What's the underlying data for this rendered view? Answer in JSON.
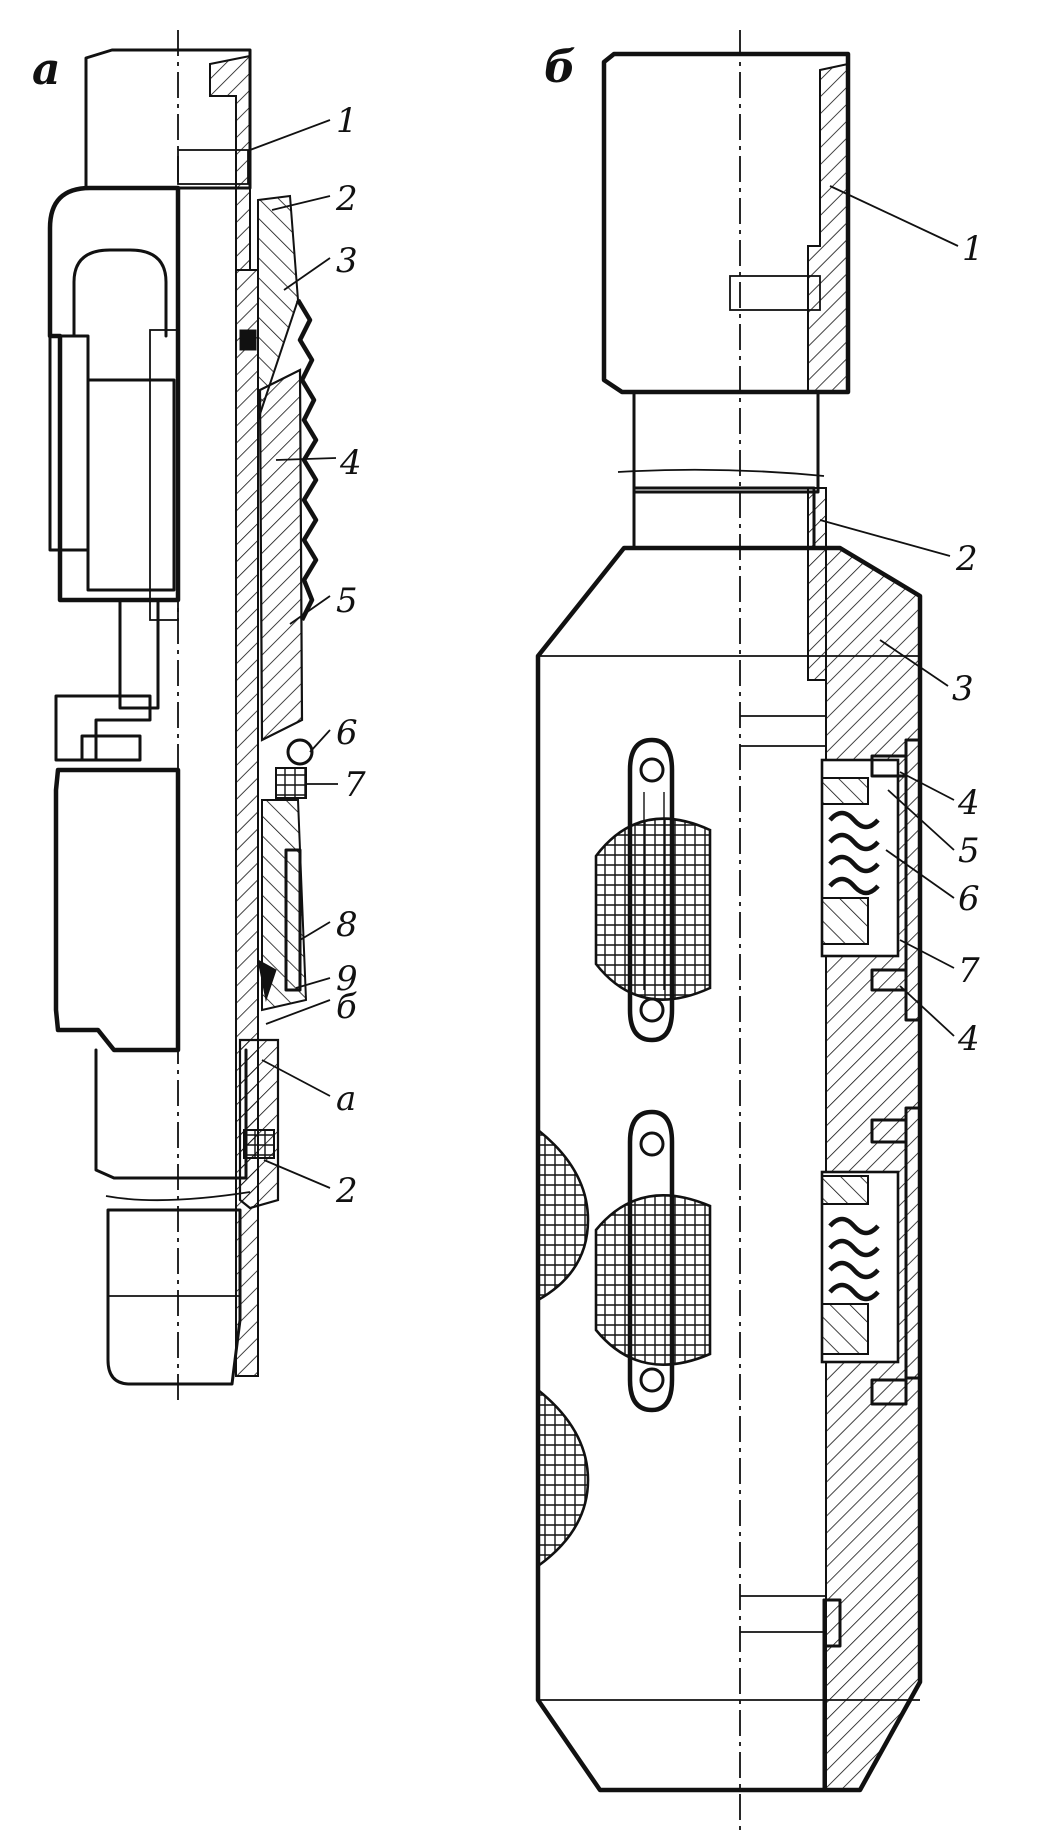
{
  "figure": {
    "panel_a": {
      "letter": "а",
      "callouts": [
        "1",
        "2",
        "3",
        "4",
        "5",
        "6",
        "7",
        "8",
        "9",
        "б",
        "а",
        "2"
      ]
    },
    "panel_b": {
      "letter": "б",
      "callouts": [
        "1",
        "2",
        "3",
        "4",
        "5",
        "6",
        "7",
        "4"
      ]
    }
  },
  "colors": {
    "ink": "#111111",
    "paper": "#ffffff"
  }
}
